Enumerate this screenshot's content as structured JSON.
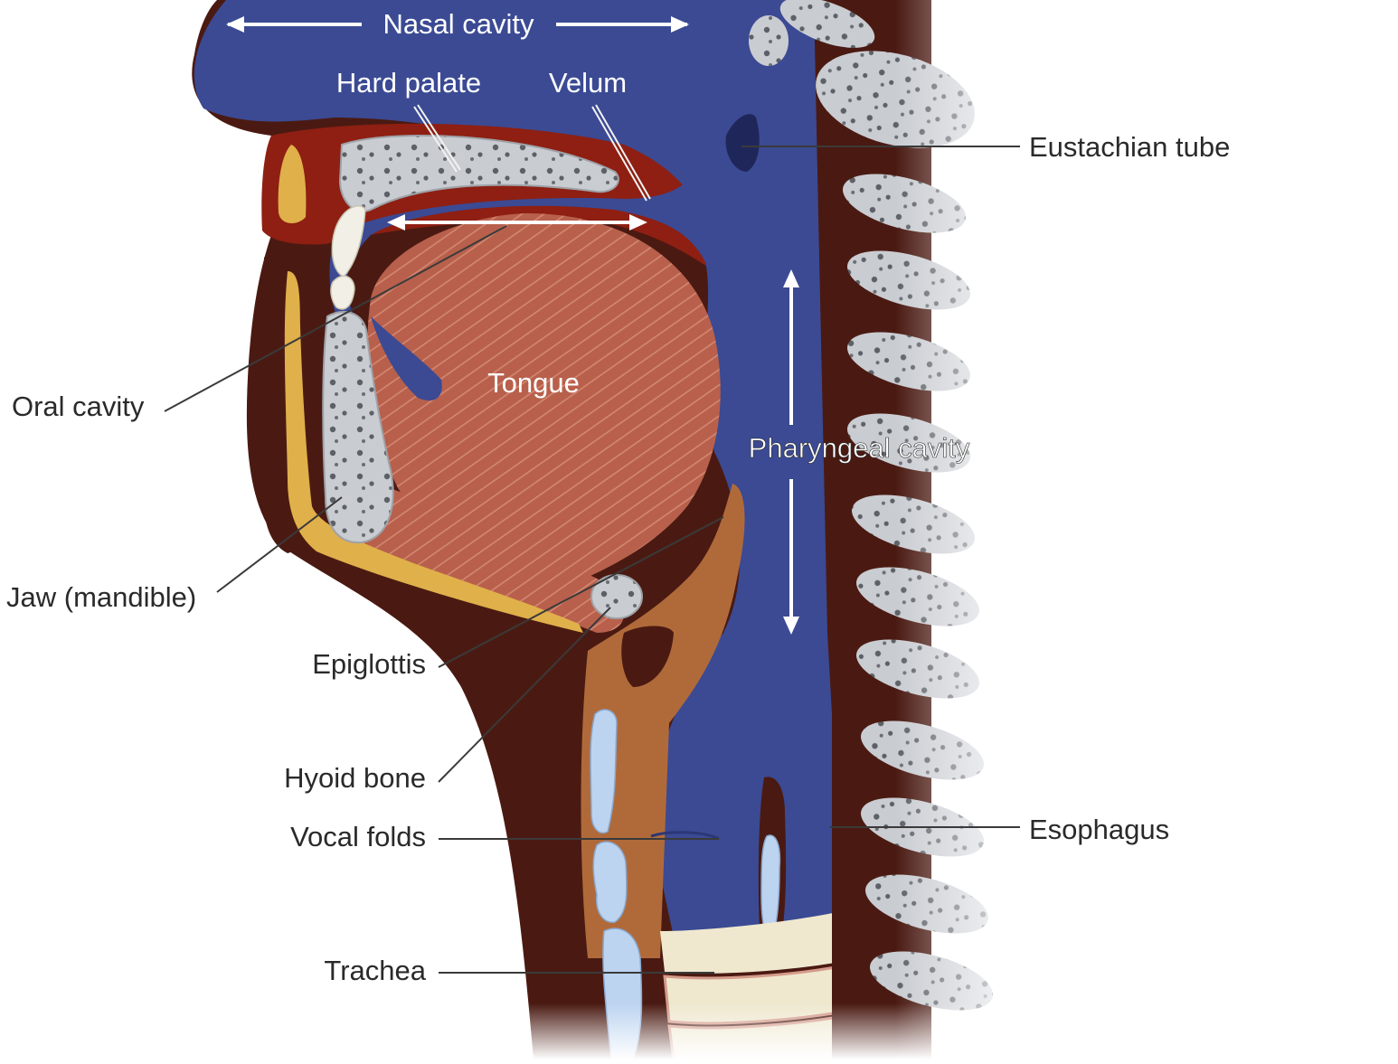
{
  "labels": {
    "nasal_cavity": "Nasal cavity",
    "hard_palate": "Hard palate",
    "velum": "Velum",
    "eustachian_tube": "Eustachian tube",
    "oral_cavity": "Oral cavity",
    "tongue": "Tongue",
    "pharyngeal_cavity": "Pharyngeal cavity",
    "jaw": "Jaw (mandible)",
    "epiglottis": "Epiglottis",
    "hyoid_bone": "Hyoid bone",
    "vocal_folds": "Vocal folds",
    "esophagus": "Esophagus",
    "trachea": "Trachea"
  },
  "colors": {
    "cavity_blue": "#3b4a93",
    "tissue_dark": "#4a1a12",
    "tissue_red": "#8e1f12",
    "muscle": "#b8604c",
    "bone": "#c9ccd1",
    "cartilage": "#b06a3a",
    "fat_yellow": "#e0b04a",
    "ring_cream": "#efe8cf",
    "label_dark": "#2a2a2a",
    "label_light": "#ffffff"
  }
}
